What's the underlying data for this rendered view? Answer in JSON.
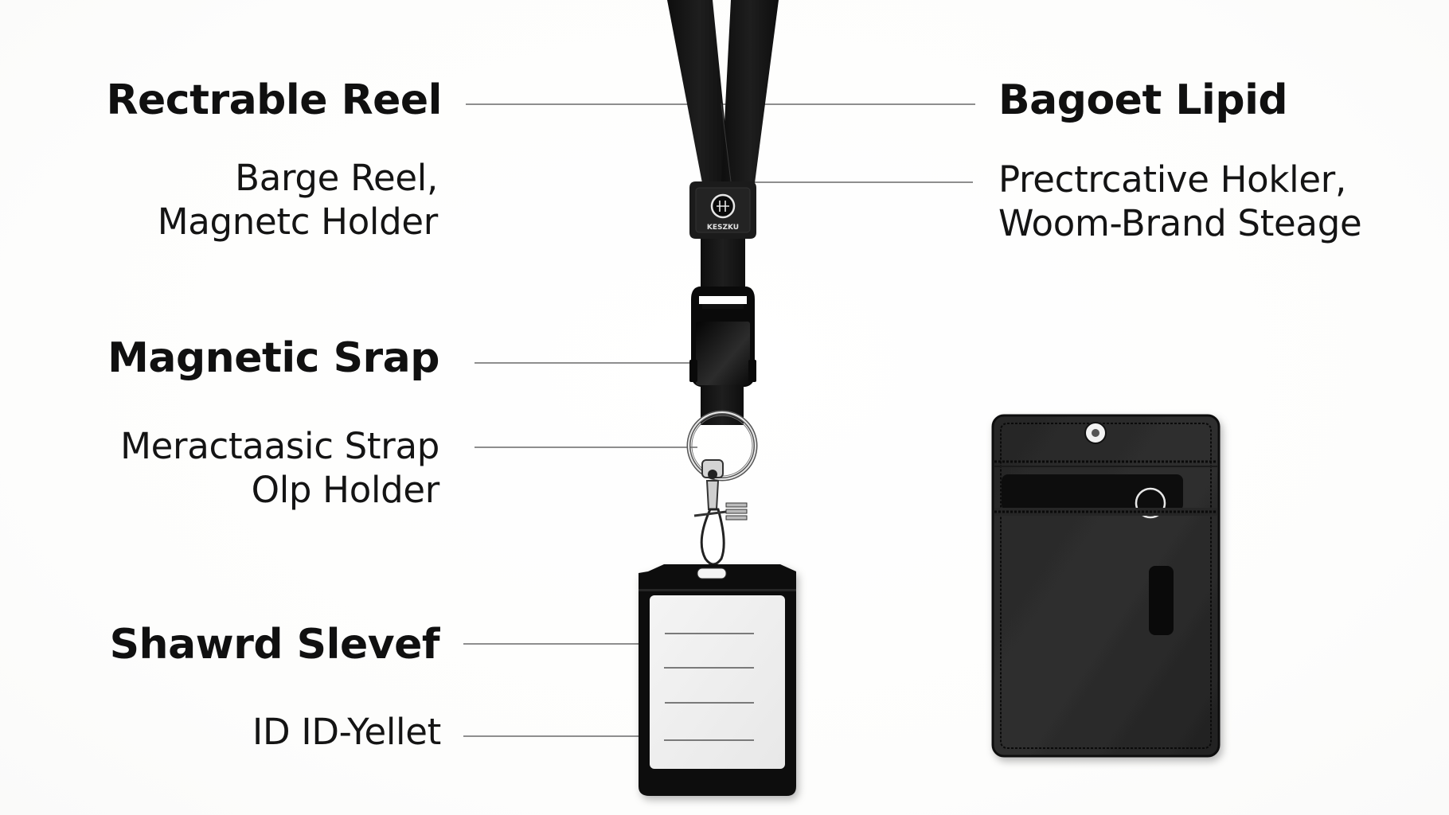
{
  "left_labels": [
    {
      "id": "rectrable-reel",
      "heading": "Rectrable Reel",
      "body": "Barge Reel,\nMagnetc Holder"
    },
    {
      "id": "magnetic-srap",
      "heading": "Magnetic Srap",
      "body": "Meractaasic Strap\nOlp Holder"
    },
    {
      "id": "shawrd-slevef",
      "heading": "Shawrd Slevef",
      "body": "ID ID-Yellet"
    }
  ],
  "right_labels": [
    {
      "id": "bagoet-lipid",
      "heading": "Bagoet Lipid",
      "body": "Prectrcative Hokler,\nWoom-Brand Steage"
    }
  ],
  "lanyard": {
    "connector_brand": "KESZKU",
    "strap_color": "#1a1a1a",
    "hardware_color": "#c8c8c8"
  },
  "badge_holder": {
    "frame_color": "#111111",
    "window_color": "#efefef",
    "line_count": 4
  },
  "wallet": {
    "body_color": "#2a2a2a",
    "card_color": "#0d0d0d"
  },
  "colors": {
    "background": "#ffffff",
    "text": "#111111",
    "leader_line": "#8e8e8e"
  }
}
